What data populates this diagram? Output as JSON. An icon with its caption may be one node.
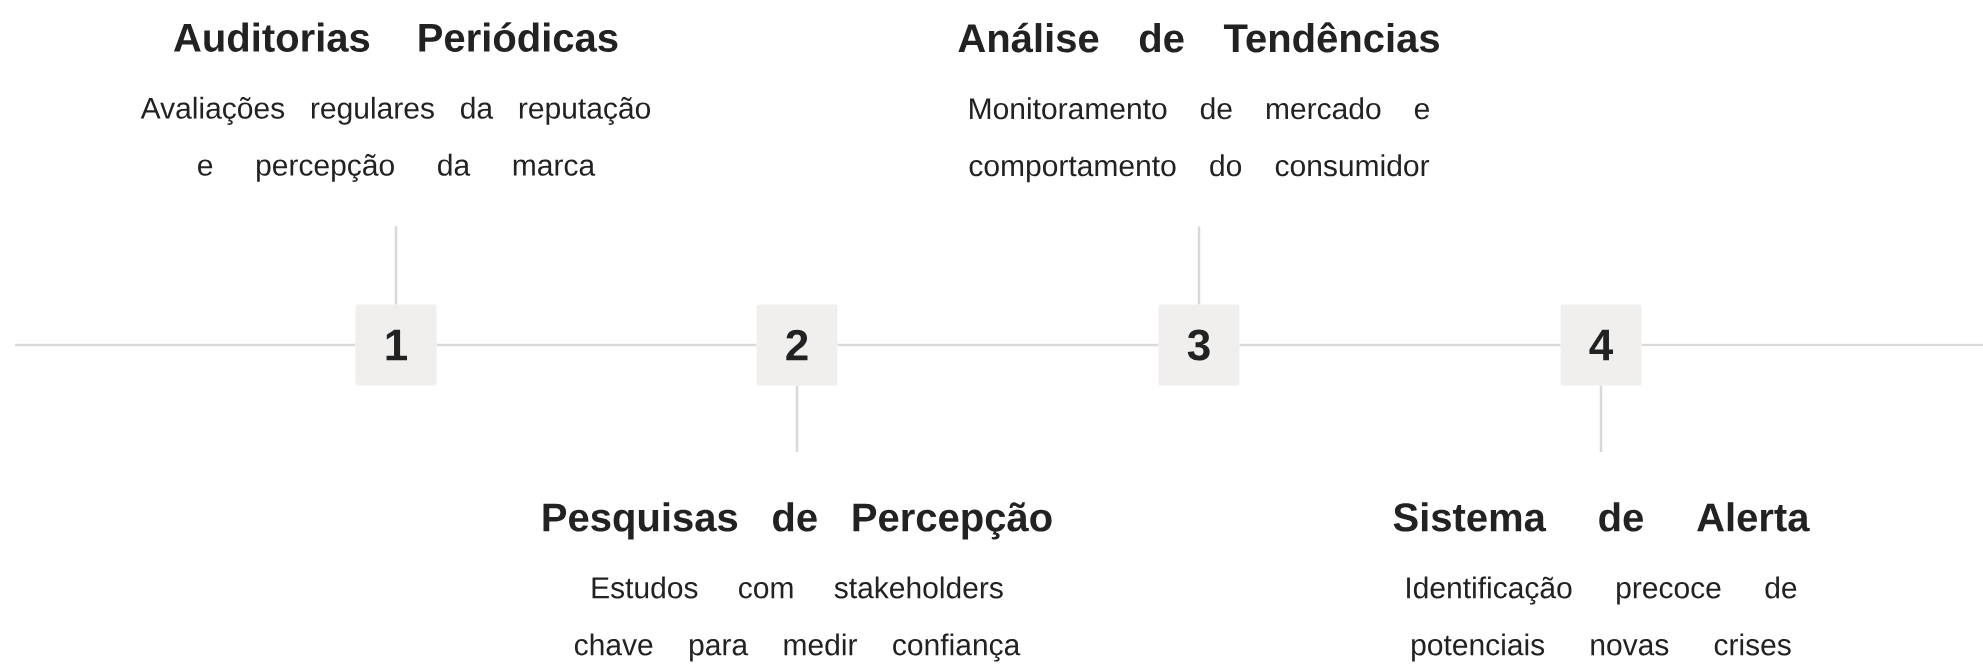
{
  "diagram": {
    "nodes": [
      {
        "text": [
          "Auditorias Periódicas",
          "Avaliações regulares da reputação e percepção da marca"
        ]
      },
      {
        "text": [
          "Análise de Tendências",
          "Monitoramento de mercado e comportamento do consumidor"
        ]
      },
      {
        "text": [
          "1"
        ]
      },
      {
        "text": [
          "2"
        ]
      },
      {
        "text": [
          "3"
        ]
      },
      {
        "text": [
          "4"
        ]
      },
      {
        "text": [
          "Pesquisas de Percepção",
          "Estudos com stakeholders chave para medir confiança"
        ]
      },
      {
        "text": [
          "Sistema de Alerta",
          "Identificação precoce de potenciais novas crises"
        ]
      }
    ],
    "edges": [
      {
        "from": null,
        "to": 2,
        "arrow": "none"
      },
      {
        "from": 2,
        "to": 3,
        "arrow": "none"
      },
      {
        "from": 3,
        "to": 4,
        "arrow": "none"
      },
      {
        "from": 4,
        "to": 5,
        "arrow": "none"
      },
      {
        "from": 5,
        "to": null,
        "arrow": "none"
      },
      {
        "from": 2,
        "to": 0,
        "arrow": "none"
      },
      {
        "from": 3,
        "to": 6,
        "arrow": "none"
      },
      {
        "from": 4,
        "to": 1,
        "arrow": "none"
      },
      {
        "from": 5,
        "to": 7,
        "arrow": "none"
      }
    ]
  }
}
